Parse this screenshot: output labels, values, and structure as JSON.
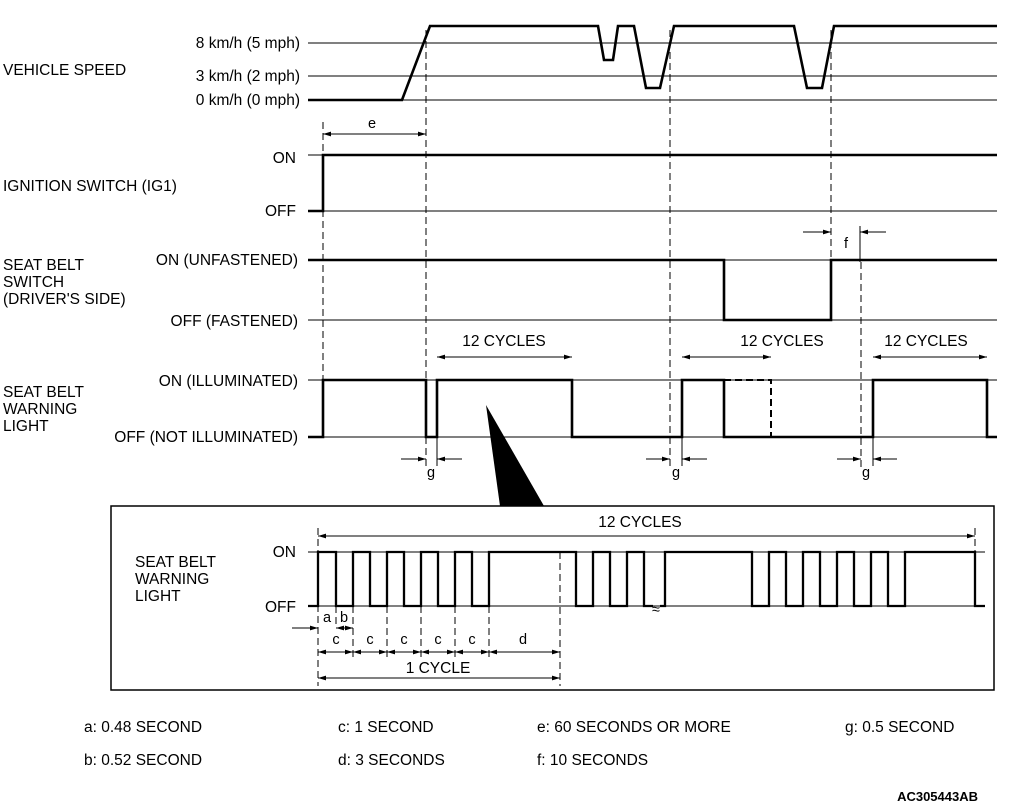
{
  "signals": {
    "vehicle_speed": {
      "name": "VEHICLE SPEED",
      "levels": [
        "8 km/h (5 mph)",
        "3 km/h (2 mph)",
        "0 km/h (0 mph)"
      ]
    },
    "ignition": {
      "name": "IGNITION SWITCH (IG1)",
      "levels": [
        "ON",
        "OFF"
      ]
    },
    "seat_belt_switch": {
      "name_lines": [
        "SEAT BELT",
        "SWITCH",
        "(DRIVER'S SIDE)"
      ],
      "levels": [
        "ON (UNFASTENED)",
        "OFF (FASTENED)"
      ]
    },
    "warning_light": {
      "name_lines": [
        "SEAT BELT",
        "WARNING",
        "LIGHT"
      ],
      "levels": [
        "ON (ILLUMINATED)",
        "OFF (NOT ILLUMINATED)"
      ]
    }
  },
  "intervals": {
    "e": "e",
    "f": "f",
    "g": "g",
    "cycles_12": "12 CYCLES"
  },
  "detail": {
    "name_lines": [
      "SEAT BELT",
      "WARNING",
      "LIGHT"
    ],
    "levels": [
      "ON",
      "OFF"
    ],
    "total": "12 CYCLES",
    "a": "a",
    "b": "b",
    "c": "c",
    "d": "d",
    "one_cycle": "1 CYCLE"
  },
  "legend": [
    "a: 0.48 SECOND",
    "c: 1 SECOND",
    "e: 60 SECONDS  OR MORE",
    "g: 0.5 SECOND",
    "b: 0.52 SECOND",
    "d: 3 SECONDS",
    "f: 10 SECONDS"
  ],
  "figure_code": "AC305443AB"
}
